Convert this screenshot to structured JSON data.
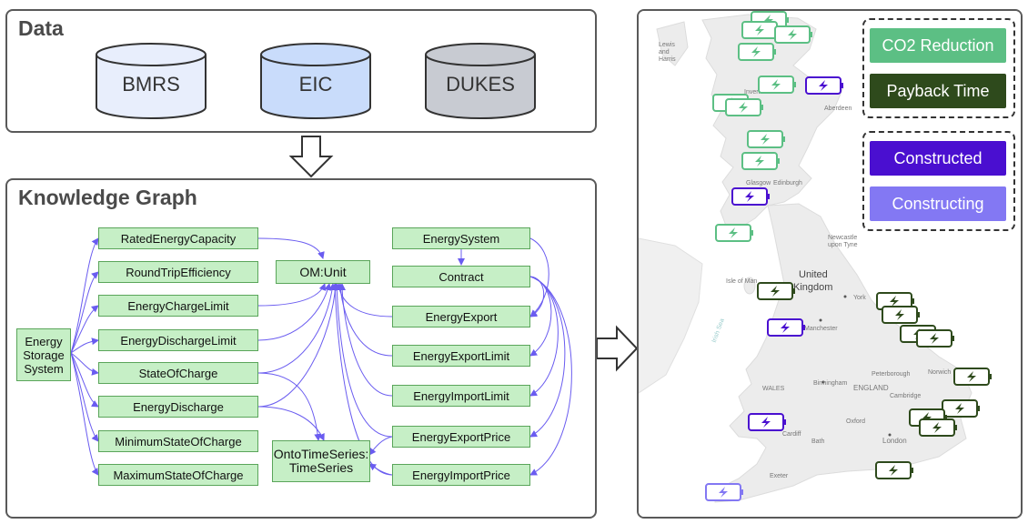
{
  "data_panel": {
    "title": "Data",
    "sources": [
      "BMRS",
      "EIC",
      "DUKES"
    ]
  },
  "kg_panel": {
    "title": "Knowledge Graph",
    "root": "Energy Storage System",
    "left_nodes": [
      "RatedEnergyCapacity",
      "RoundTripEfficiency",
      "EnergyChargeLimit",
      "EnergyDischargeLimit",
      "StateOfCharge",
      "EnergyDischarge",
      "MinimumStateOfCharge",
      "MaximumStateOfCharge"
    ],
    "unit_node": "OM:Unit",
    "timeseries_node": "OntoTimeSeries: TimeSeries",
    "right_nodes": [
      "EnergySystem",
      "Contract",
      "EnergyExport",
      "EnergyExportLimit",
      "EnergyImportLimit",
      "EnergyExportPrice",
      "EnergyImportPrice"
    ]
  },
  "legend": {
    "metrics": [
      "CO2 Reduction",
      "Payback Time"
    ],
    "status": [
      "Constructed",
      "Constructing"
    ]
  },
  "map": {
    "labels": [
      "United",
      "Kingdom",
      "Isle of Man",
      "Irish Sea",
      "Glasgow",
      "Edinburgh",
      "Aberdeen",
      "Inverness",
      "Lewis and Harris",
      "Newcastle upon Tyne",
      "York",
      "Manchester",
      "Birmingham",
      "ENGLAND",
      "WALES",
      "Peterborough",
      "Norwich",
      "Cambridge",
      "Oxford",
      "London",
      "Cardiff",
      "Bath",
      "Exeter"
    ]
  },
  "colors": {
    "co2": "#5cbf84",
    "payback": "#2e4a1c",
    "constructed": "#4a0fd0",
    "constructing": "#8378f3",
    "edge": "#6a5cf0",
    "node_fill": "#c6efc6",
    "node_border": "#5aa55a"
  }
}
